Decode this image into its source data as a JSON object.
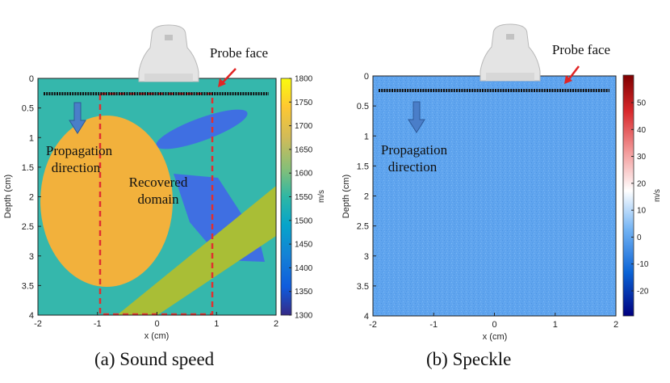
{
  "panel_a": {
    "probe_label": "Probe face",
    "propagation_label": [
      "Propagation",
      "direction"
    ],
    "recovered_label": [
      "Recovered",
      "domain"
    ],
    "caption": "(a) Sound speed",
    "colorbar_unit": "m/s",
    "colorbar_ticks": [
      "1800",
      "1750",
      "1700",
      "1650",
      "1600",
      "1550",
      "1500",
      "1450",
      "1400",
      "1350",
      "1300"
    ],
    "colors": {
      "background": "#35b7ac",
      "circle": "#f2b13c",
      "band": "#a9be36",
      "ellipse": "#3f6fe2",
      "dashed_box": "#e03030"
    }
  },
  "panel_b": {
    "probe_label": "Probe face",
    "propagation_label": [
      "Propagation",
      "direction"
    ],
    "caption": "(b) Speckle",
    "colorbar_unit": "m/s",
    "colorbar_ticks": [
      "50",
      "40",
      "30",
      "20",
      "10",
      "0",
      "-10",
      "-20"
    ],
    "colors": {
      "background": "#5fa4ee"
    }
  },
  "axes": {
    "xlabel": "x (cm)",
    "ylabel": "Depth (cm)",
    "x_ticks": [
      "-2",
      "-1",
      "0",
      "1",
      "2"
    ],
    "y_ticks": [
      "0",
      "0.5",
      "1",
      "1.5",
      "2",
      "2.5",
      "3",
      "3.5",
      "4"
    ]
  }
}
